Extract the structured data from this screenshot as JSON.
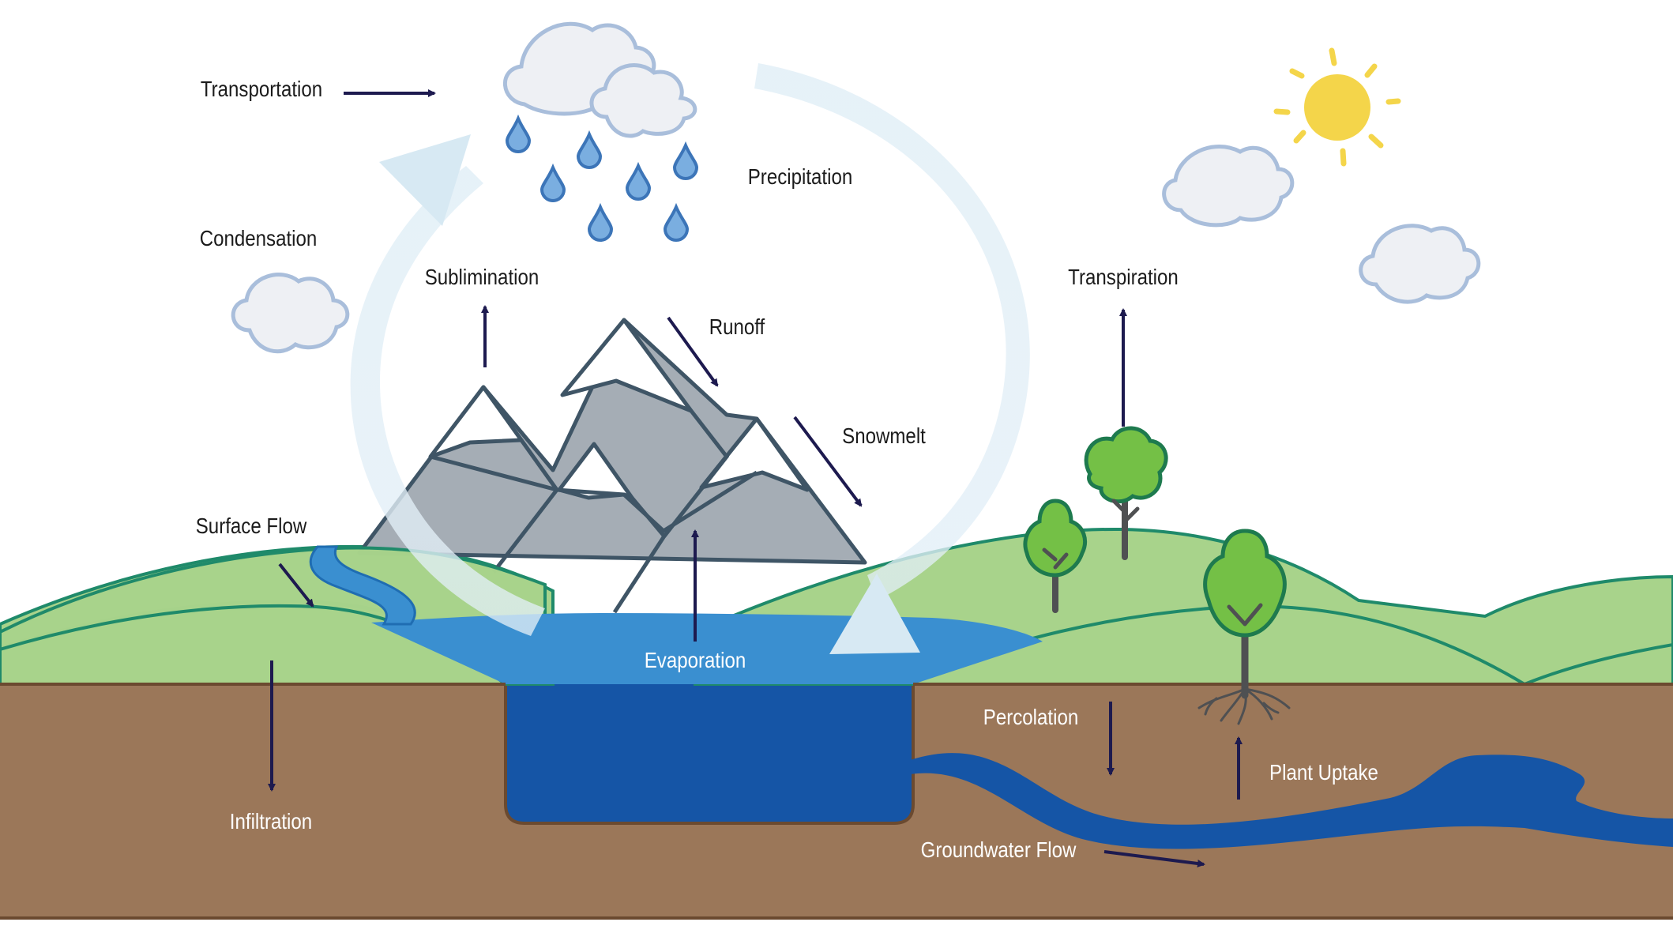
{
  "labels": {
    "transportation": "Transportation",
    "precipitation": "Precipitation",
    "condensation": "Condensation",
    "sublimination": "Sublimination",
    "runoff": "Runoff",
    "snowmelt": "Snowmelt",
    "transpiration": "Transpiration",
    "surface_flow": "Surface Flow",
    "evaporation": "Evaporation",
    "percolation": "Percolation",
    "plant_uptake": "Plant Uptake",
    "infiltration": "Infiltration",
    "groundwater_flow": "Groundwater Flow"
  },
  "colors": {
    "sky": "#ffffff",
    "soil": "#9b7759",
    "soil_edge": "#6b4a30",
    "grass_light": "#a8d38b",
    "grass_edge": "#1f8a6a",
    "lake_surface": "#3a8fd0",
    "lake_deep": "#1555a6",
    "mountain": "#a5adb5",
    "mountain_edge": "#3f5566",
    "snow": "#ffffff",
    "cloud": "#eef0f4",
    "cloud_edge": "#a9bedb",
    "raindrop": "#7aaee0",
    "raindrop_edge": "#3c75b8",
    "sun": "#f4d54a",
    "arrow": "#1d1a4f",
    "cycle_arrow": "#d7e9f3",
    "tree_leaf": "#74c046",
    "tree_edge": "#1e7a4e",
    "trunk": "#4f5052"
  }
}
